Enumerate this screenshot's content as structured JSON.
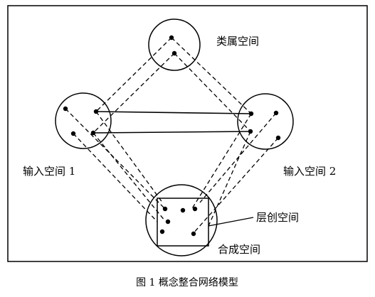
{
  "spaces": {
    "generic": "类属空间",
    "input1": "输入空间 1",
    "input2": "输入空间 2",
    "emergent": "层创空间",
    "blend": "合成空间"
  },
  "caption": "图 1  概念整合网络模型",
  "colors": {
    "stroke": "#000000",
    "background": "#ffffff"
  }
}
